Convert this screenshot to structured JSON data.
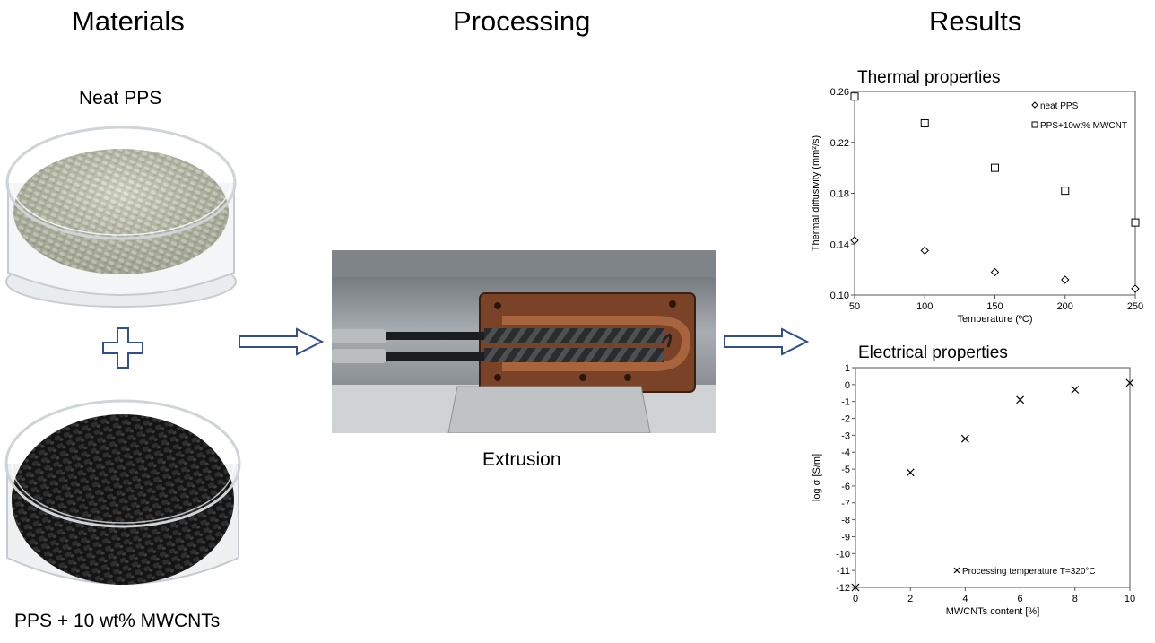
{
  "headers": {
    "materials": "Materials",
    "processing": "Processing",
    "results": "Results"
  },
  "materials": {
    "neat_label": "Neat PPS",
    "composite_label": "PPS + 10 wt% MWCNTs"
  },
  "processing": {
    "extrusion_label": "Extrusion"
  },
  "colors": {
    "arrow_stroke": "#2f4f8f",
    "neat_pellets": "#c9cdb8",
    "cnt_pellets": "#1b1b1b",
    "extruder_plate": "#8a4a2a"
  },
  "icons": {
    "plus": "plus-icon",
    "arrow": "right-arrow-icon"
  },
  "chart_data": [
    {
      "type": "scatter",
      "title": "Thermal properties",
      "xlabel": "Temperature (ºC)",
      "ylabel": "Thermal diffusivity (mm²/s)",
      "xlim": [
        50,
        250
      ],
      "ylim": [
        0.1,
        0.26
      ],
      "xticks": [
        "50",
        "100",
        "150",
        "200",
        "250"
      ],
      "yticks": [
        "0.10",
        "0.14",
        "0.18",
        "0.22",
        "0.26"
      ],
      "legend_position": "top-right",
      "series": [
        {
          "name": "neat PPS",
          "marker": "diamond",
          "x": [
            50,
            100,
            150,
            200,
            250
          ],
          "y": [
            0.143,
            0.135,
            0.118,
            0.112,
            0.105
          ]
        },
        {
          "name": "PPS+10wt% MWCNT",
          "marker": "square",
          "x": [
            50,
            100,
            150,
            200,
            250
          ],
          "y": [
            0.256,
            0.235,
            0.2,
            0.182,
            0.157
          ]
        }
      ]
    },
    {
      "type": "scatter",
      "title": "Electrical properties",
      "xlabel": "MWCNTs content [%]",
      "ylabel": "log σ [S/m]",
      "xlim": [
        0,
        10
      ],
      "ylim": [
        -12,
        1
      ],
      "xticks": [
        "0",
        "2",
        "4",
        "6",
        "8",
        "10"
      ],
      "yticks": [
        "1",
        "0",
        "-1",
        "-2",
        "-3",
        "-4",
        "-5",
        "-6",
        "-7",
        "-8",
        "-9",
        "-10",
        "-11",
        "-12"
      ],
      "legend_position": "bottom-right",
      "series": [
        {
          "name": "Processing temperature T=320°C",
          "marker": "x",
          "x": [
            0,
            2,
            4,
            6,
            8,
            10
          ],
          "y": [
            -12,
            -5.2,
            -3.2,
            -0.9,
            -0.3,
            0.1
          ]
        }
      ]
    }
  ]
}
